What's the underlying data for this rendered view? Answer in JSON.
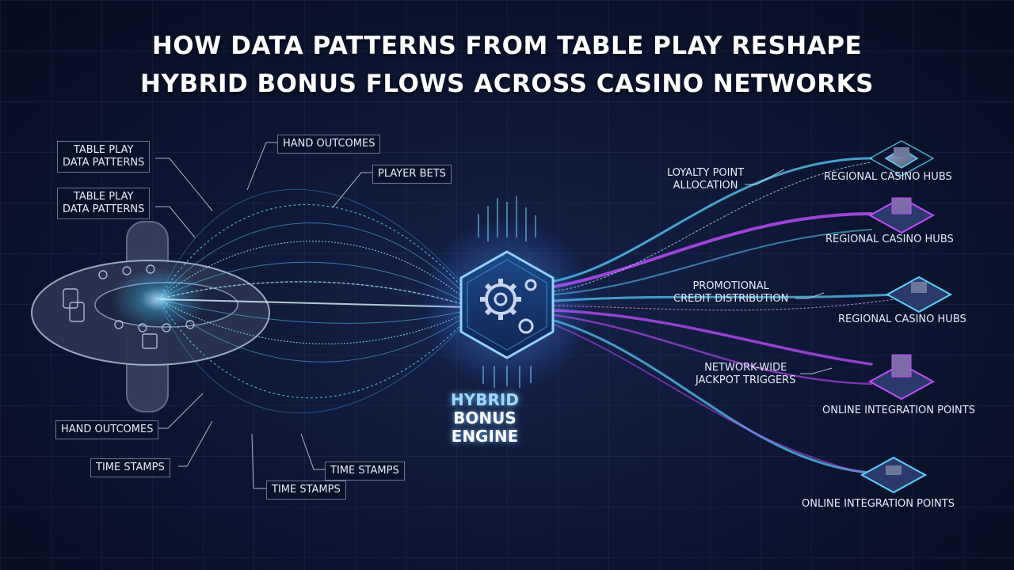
{
  "title": {
    "line1": "HOW DATA PATTERNS FROM TABLE PLAY RESHAPE",
    "line2": "HYBRID BONUS FLOWS ACROSS CASINO NETWORKS"
  },
  "inputs": {
    "table_play_1": [
      "TABLE PLAY",
      "DATA PATTERNS"
    ],
    "table_play_2": [
      "TABLE PLAY",
      "DATA PATTERNS"
    ],
    "hand_outcomes_top": "HAND OUTCOMES",
    "player_bets": "PLAYER BETS",
    "hand_outcomes_bottom": "HAND OUTCOMES",
    "time_stamps_left": "TIME STAMPS",
    "time_stamps_mid": "TIME STAMPS",
    "time_stamps_right": "TIME STAMPS"
  },
  "engine": {
    "line1": "HYBRID",
    "line2": "BONUS",
    "line3": "ENGINE"
  },
  "bonus_types": {
    "loyalty": [
      "LOYALTY POINT",
      "ALLOCATION"
    ],
    "promotional": [
      "PROMOTIONAL",
      "CREDIT DISTRIBUTION"
    ],
    "jackpot": [
      "NETWORK-WIDE",
      "JACKPOT TRIGGERS"
    ]
  },
  "destinations": {
    "hub1": "REGIONAL CASINO HUBS",
    "hub2": "REGIONAL CASINO HUBS",
    "hub3": "REGIONAL CASINO HUBS",
    "online1": "ONLINE INTEGRATION POINTS",
    "online2": "ONLINE INTEGRATION POINTS"
  },
  "colors": {
    "cyan": "#5ad2ff",
    "magenta": "#c34dff",
    "title": "#ffffff",
    "background": "#0c1430"
  }
}
